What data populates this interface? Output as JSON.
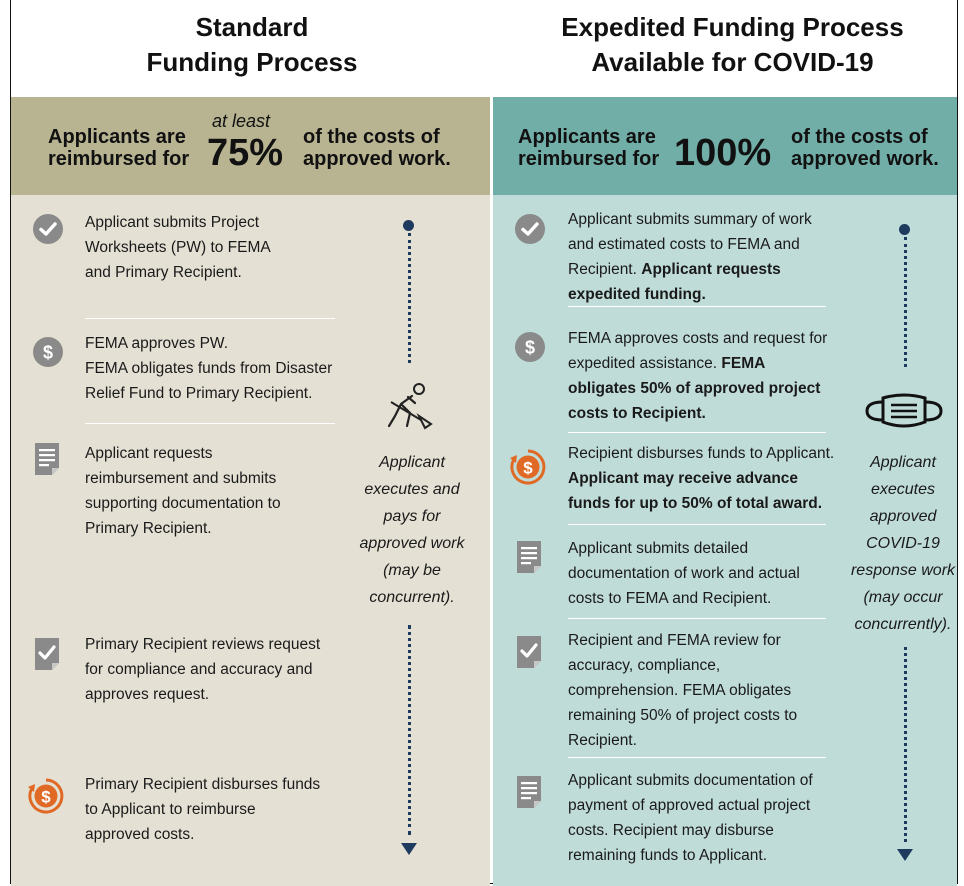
{
  "left": {
    "title_line1": "Standard",
    "title_line2": "Funding Process",
    "banner": {
      "lead_line1": "Applicants are",
      "lead_line2": "reimbursed for",
      "qualifier": "at least",
      "percent": "75%",
      "tail_line1": "of the costs of",
      "tail_line2": "approved work."
    },
    "steps": [
      {
        "icon": "check-circle-icon",
        "lines": [
          "Applicant submits Project",
          "Worksheets (PW) to FEMA",
          "and Primary Recipient."
        ]
      },
      {
        "icon": "dollar-circle-icon",
        "lines": [
          "FEMA approves PW.",
          "FEMA obligates funds from Disaster",
          "Relief Fund to Primary Recipient."
        ]
      },
      {
        "icon": "document-icon",
        "lines": [
          "Applicant requests",
          "reimbursement and submits",
          "supporting documentation to",
          "Primary Recipient."
        ]
      },
      {
        "icon": "document-check-icon",
        "lines": [
          "Primary Recipient reviews request",
          "for compliance and accuracy and",
          "approves request."
        ]
      },
      {
        "icon": "dollar-cycle-icon",
        "lines": [
          "Primary Recipient disburses funds",
          "to Applicant to reimburse",
          "approved costs."
        ]
      }
    ],
    "side_note": [
      "Applicant",
      "executes and",
      "pays for",
      "approved work",
      "(may be",
      "concurrent)."
    ],
    "side_icon": "worker-shovel-icon"
  },
  "right": {
    "title_line1": "Expedited Funding Process",
    "title_line2": "Available for COVID-19",
    "banner": {
      "lead_line1": "Applicants are",
      "lead_line2": "reimbursed for",
      "percent": "100%",
      "tail_line1": "of the costs of",
      "tail_line2": "approved work."
    },
    "steps": [
      {
        "icon": "check-circle-icon",
        "plain": "Applicant submits summary of work and estimated costs to FEMA and Recipient.",
        "bold": "Applicant requests expedited funding."
      },
      {
        "icon": "dollar-circle-icon",
        "plain": "FEMA approves costs and request for expedited assistance.",
        "bold": "FEMA obligates 50% of approved project costs to Recipient."
      },
      {
        "icon": "dollar-cycle-icon",
        "plain": "Recipient disburses funds to Applicant.",
        "bold": "Applicant may receive advance funds for up to 50% of total award."
      },
      {
        "icon": "document-icon",
        "plain": "Applicant submits detailed documentation of work and actual costs to FEMA and Recipient.",
        "bold": ""
      },
      {
        "icon": "document-check-icon",
        "plain": "Recipient and FEMA review for accuracy, compliance, comprehension. FEMA obligates remaining 50% of project costs to Recipient.",
        "bold": ""
      },
      {
        "icon": "document-icon",
        "plain": "Applicant submits documentation of payment of approved actual project costs. Recipient may disburse remaining funds to Applicant.",
        "bold": ""
      }
    ],
    "side_note": [
      "Applicant",
      "executes",
      "approved",
      "COVID-19",
      "response work",
      "(may occur",
      "concurrently)."
    ],
    "side_icon": "face-mask-icon"
  },
  "colors": {
    "left_banner": "#b8b491",
    "left_body": "#e4e0d4",
    "right_banner": "#72aea8",
    "right_body": "#bfdcd9",
    "icon_gray": "#8a8a8a",
    "icon_orange": "#e06a25",
    "timeline": "#1f3a5f"
  }
}
